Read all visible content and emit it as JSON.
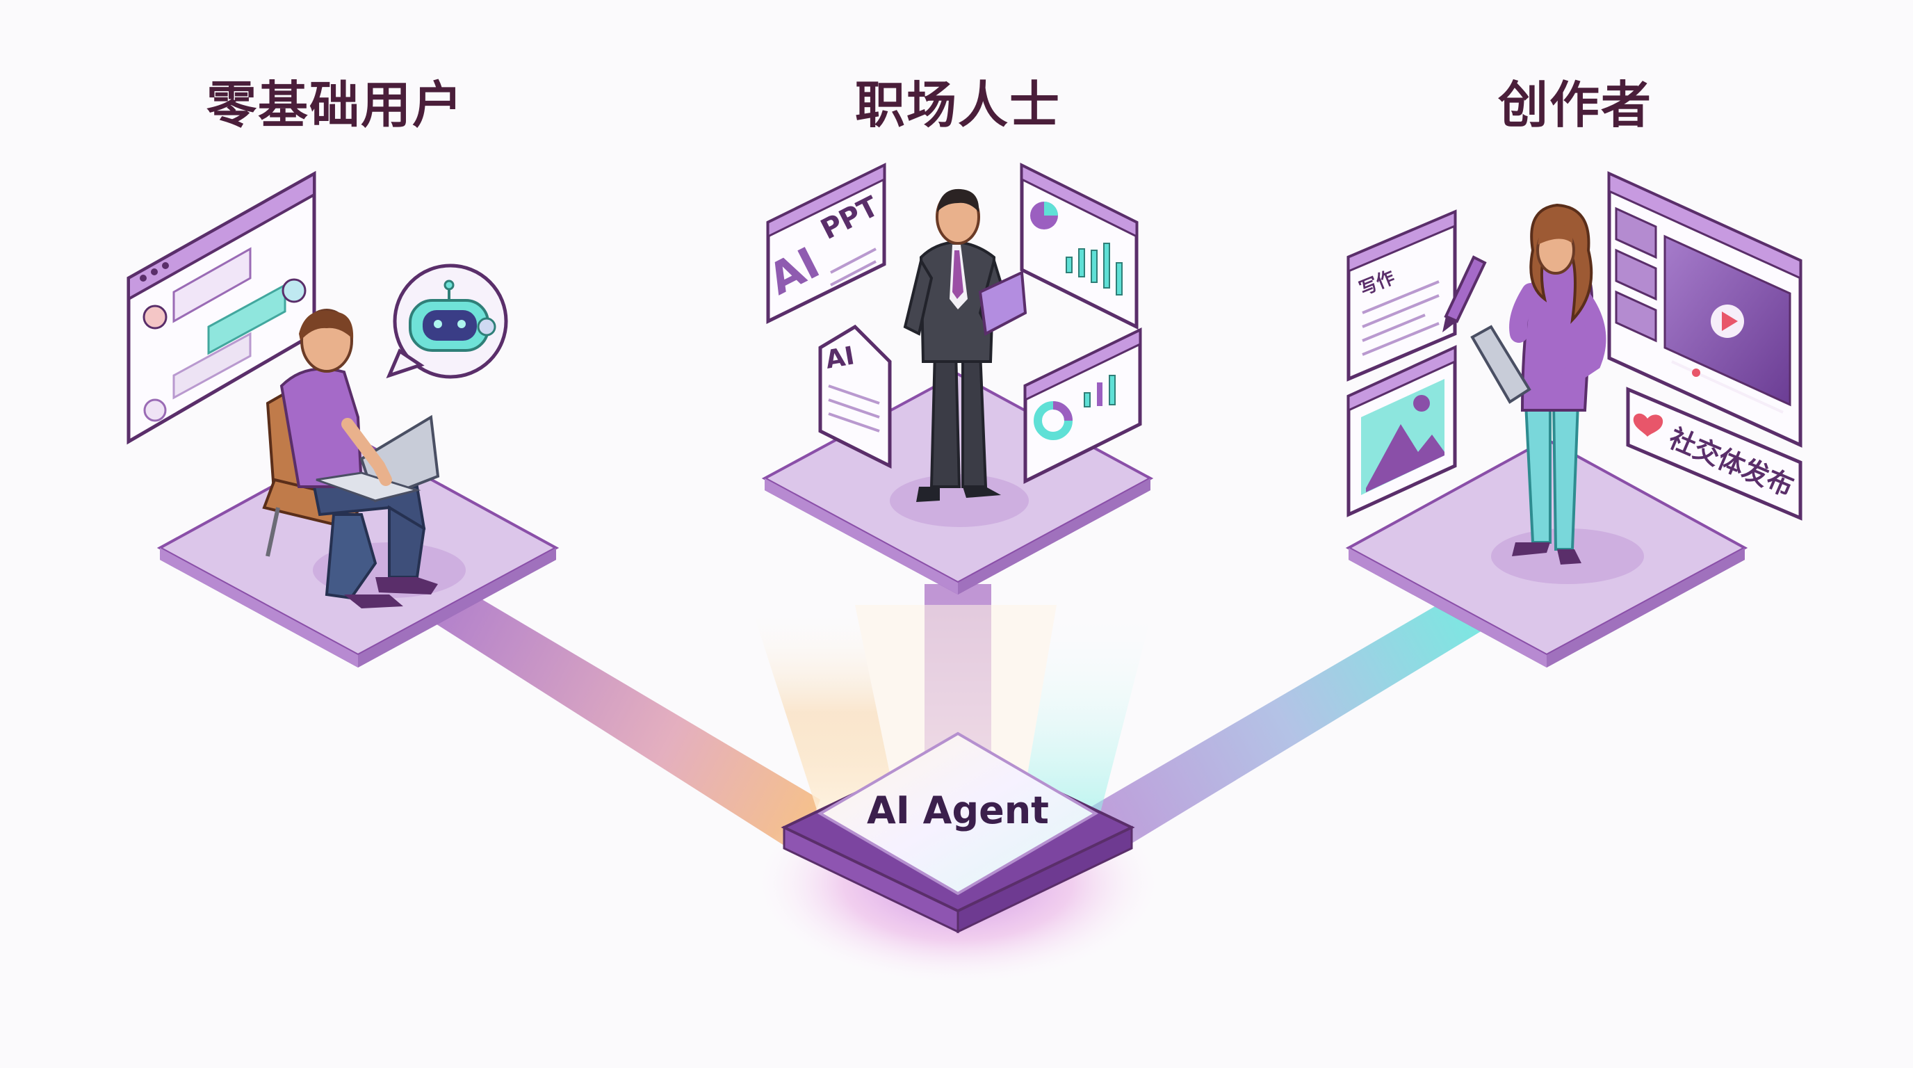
{
  "personas": [
    {
      "title": "零基础用户"
    },
    {
      "title": "职场人士",
      "doc_labels": [
        "AI",
        "PPT",
        "AI"
      ]
    },
    {
      "title": "创作者",
      "doc_labels": [
        "写作"
      ],
      "social_label": "社交体发布"
    }
  ],
  "center": {
    "label": "AI Agent"
  },
  "colors": {
    "platform": "#dcc6ea",
    "platform_edge": "#9a5eb3",
    "accent_purple": "#9b5fc0",
    "accent_teal": "#5fe0d6",
    "accent_orange": "#f3a65a",
    "title": "#4a1e3a"
  }
}
